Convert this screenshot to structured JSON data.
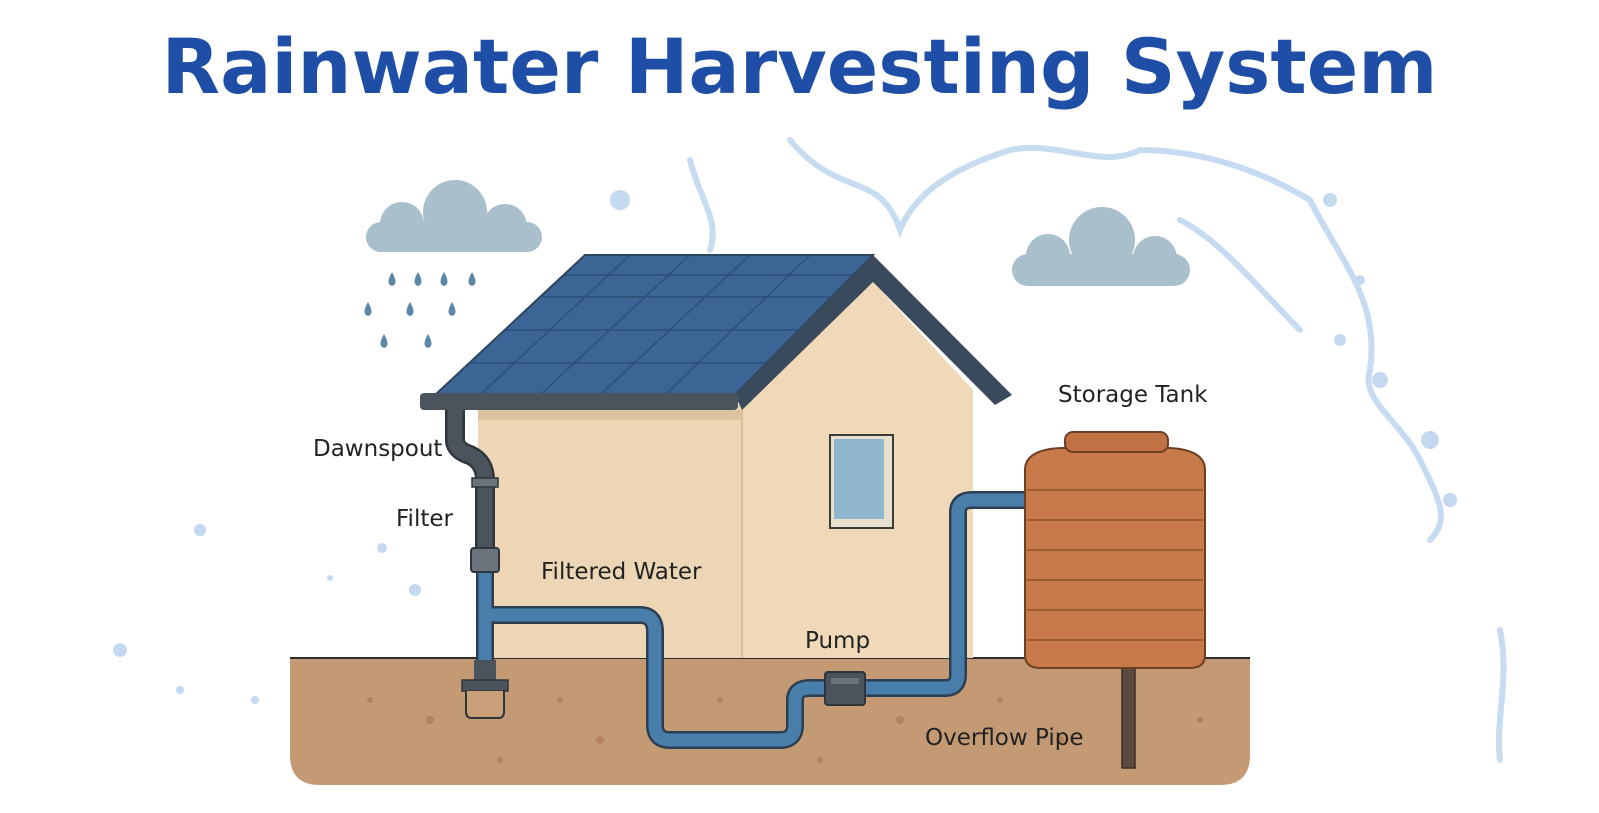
{
  "title": "Rainwater Harvesting System",
  "labels": {
    "downspout": "Dawnspout",
    "filter": "Filter",
    "filtered_water": "Filtered Water",
    "pump": "Pump",
    "storage_tank": "Storage Tank",
    "overflow_pipe": "Overflow Pipe"
  },
  "colors": {
    "title": "#1f4ea6",
    "roof": "#3c6494",
    "wall": "#ecd6b5",
    "ground": "#c49a74",
    "pipe_blue": "#4a7eaa",
    "pipe_gray": "#4b535c",
    "tank": "#c87a4a",
    "cloud": "#a9bfcc",
    "rain": "#5d87a6"
  }
}
